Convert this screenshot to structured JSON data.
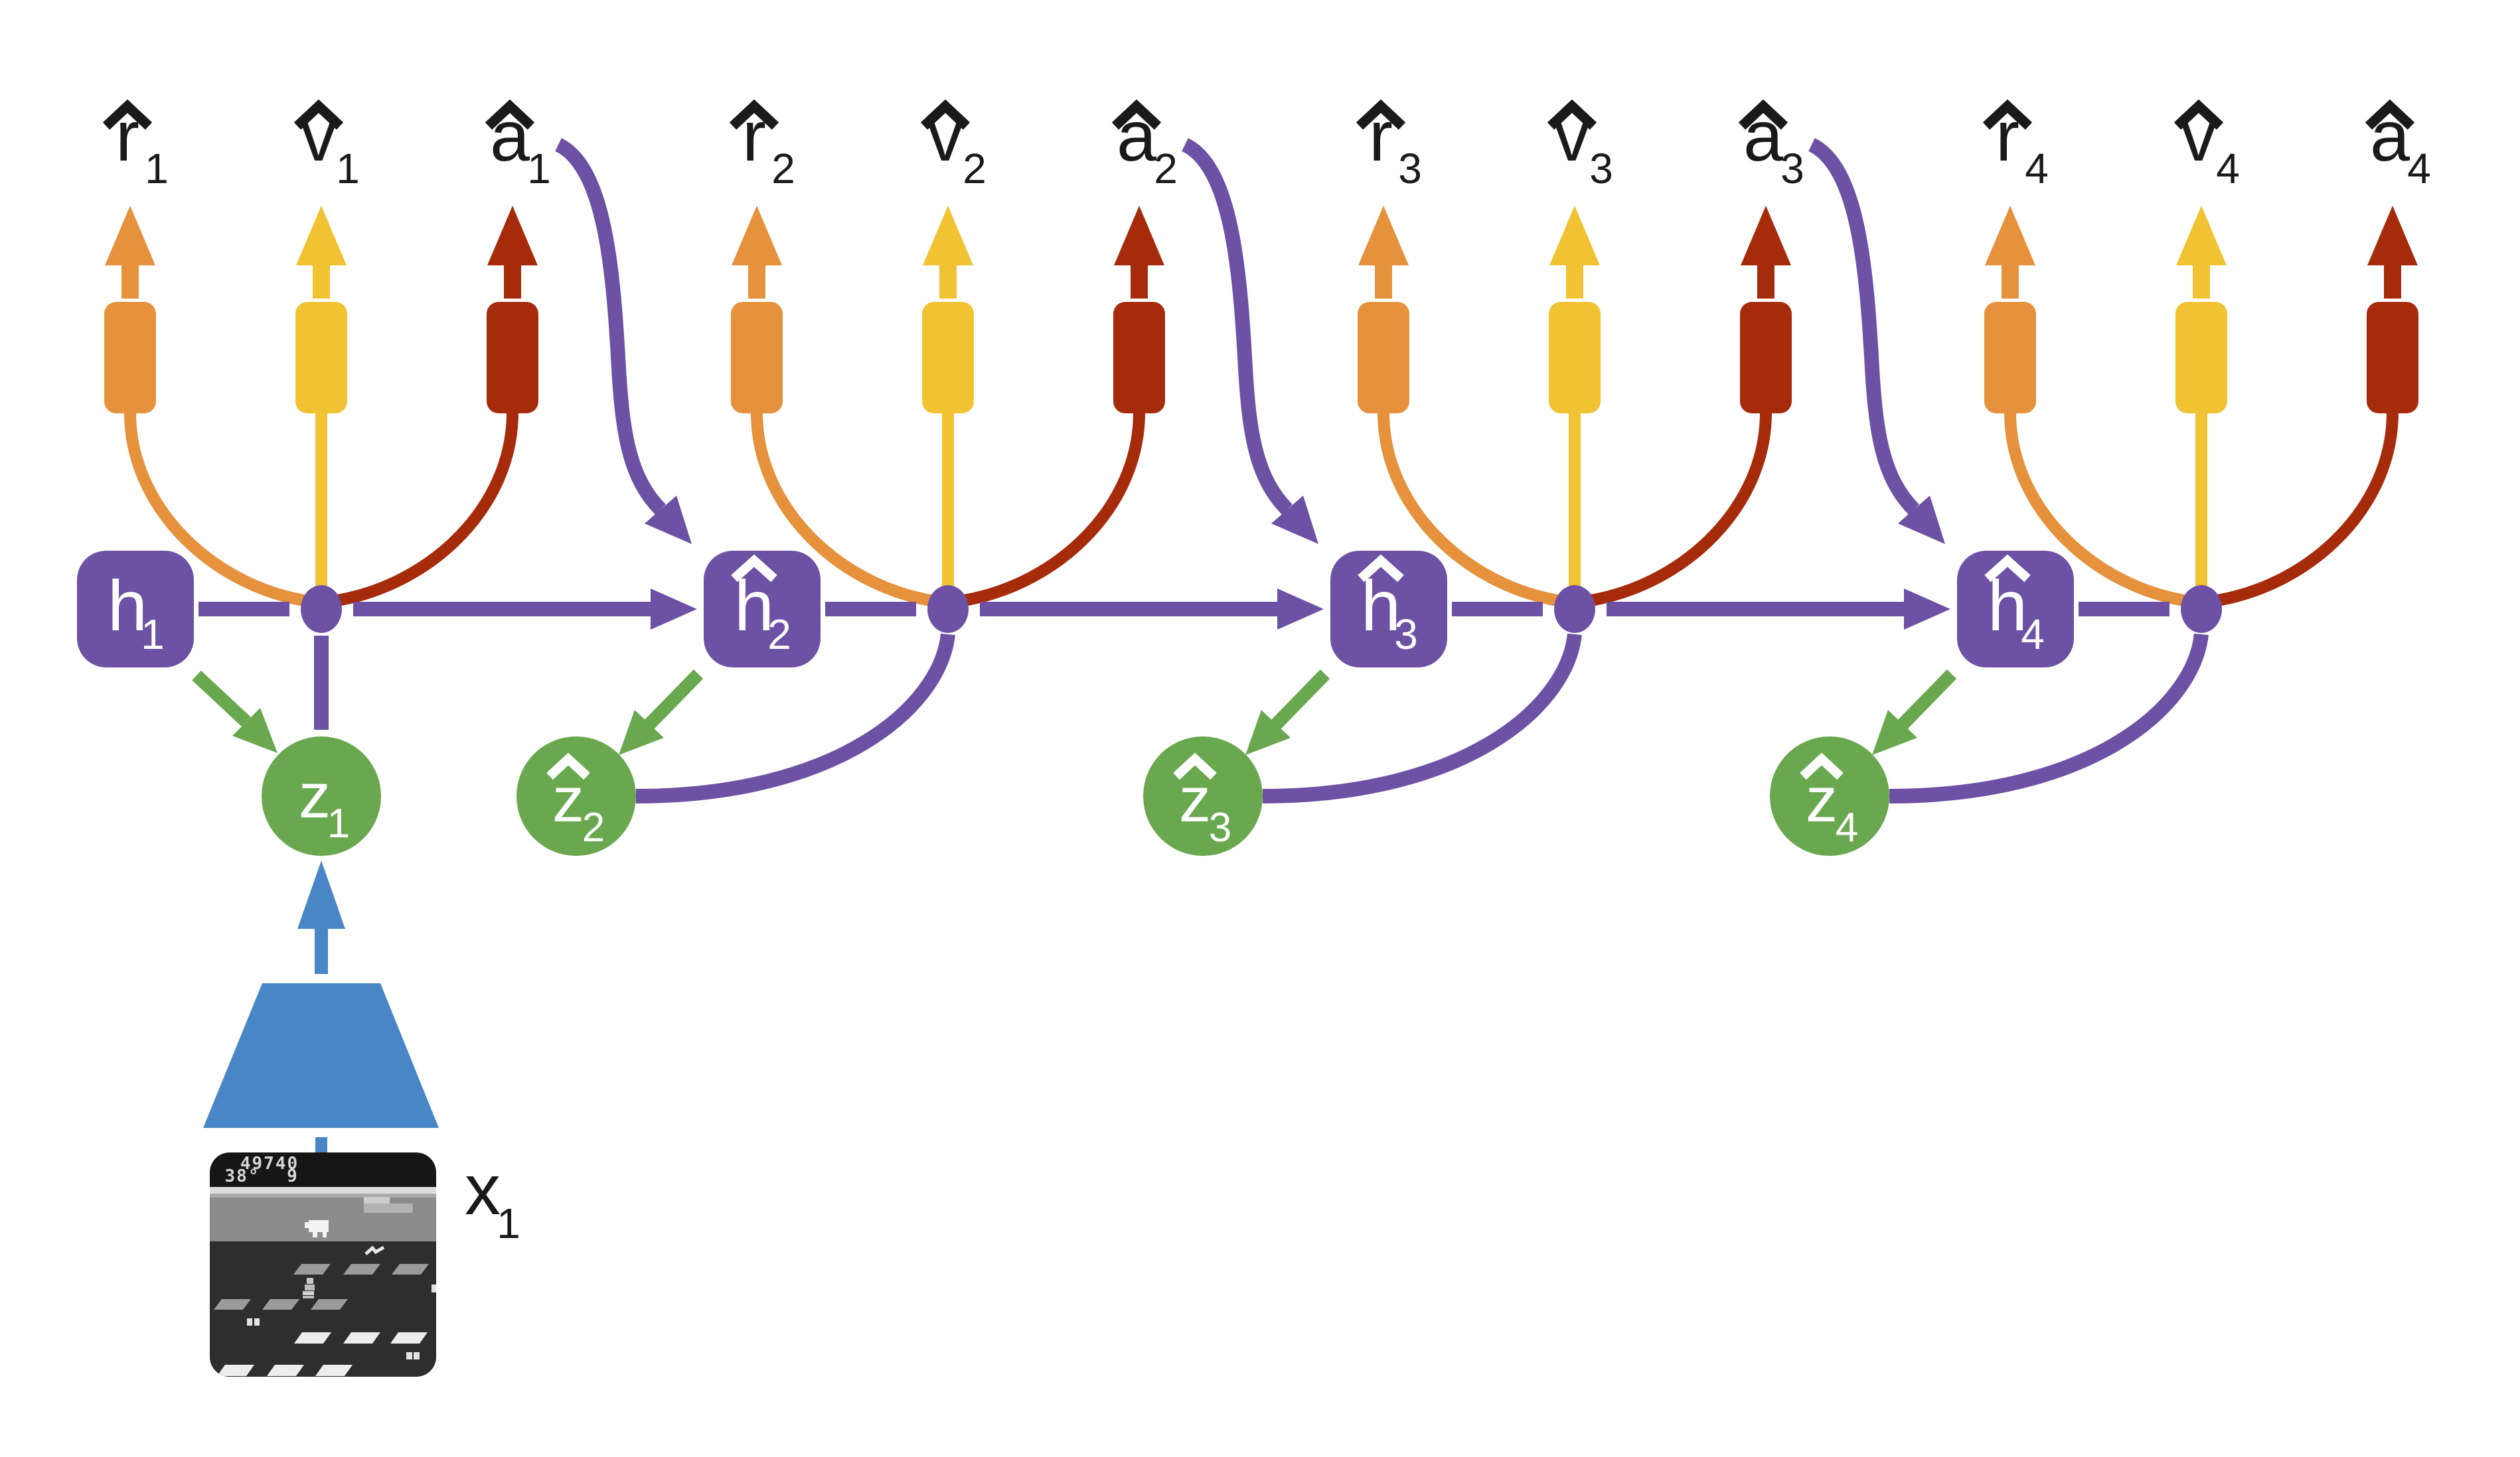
{
  "colors": {
    "purple": "#6C51A4",
    "green": "#69A84F",
    "orange": "#E6913C",
    "yellow": "#F1C232",
    "dark_red": "#A62B0B",
    "blue": "#4886C5",
    "label_text": "#1A1A1A"
  },
  "timesteps": [
    {
      "hidden": {
        "letter": "h",
        "sub": "1",
        "hat": false
      },
      "latent": {
        "letter": "z",
        "sub": "1",
        "hat": false
      },
      "heads": {
        "reward": {
          "letter": "r",
          "sub": "1",
          "hat": true
        },
        "value": {
          "letter": "v",
          "sub": "1",
          "hat": true
        },
        "action": {
          "letter": "a",
          "sub": "1",
          "hat": true
        }
      }
    },
    {
      "hidden": {
        "letter": "h",
        "sub": "2",
        "hat": true
      },
      "latent": {
        "letter": "z",
        "sub": "2",
        "hat": true
      },
      "heads": {
        "reward": {
          "letter": "r",
          "sub": "2",
          "hat": true
        },
        "value": {
          "letter": "v",
          "sub": "2",
          "hat": true
        },
        "action": {
          "letter": "a",
          "sub": "2",
          "hat": true
        }
      }
    },
    {
      "hidden": {
        "letter": "h",
        "sub": "3",
        "hat": true
      },
      "latent": {
        "letter": "z",
        "sub": "3",
        "hat": true
      },
      "heads": {
        "reward": {
          "letter": "r",
          "sub": "3",
          "hat": true
        },
        "value": {
          "letter": "v",
          "sub": "3",
          "hat": true
        },
        "action": {
          "letter": "a",
          "sub": "3",
          "hat": true
        }
      }
    },
    {
      "hidden": {
        "letter": "h",
        "sub": "4",
        "hat": true
      },
      "latent": {
        "letter": "z",
        "sub": "4",
        "hat": true
      },
      "heads": {
        "reward": {
          "letter": "r",
          "sub": "4",
          "hat": true
        },
        "value": {
          "letter": "v",
          "sub": "4",
          "hat": true
        },
        "action": {
          "letter": "a",
          "sub": "4",
          "hat": true
        }
      }
    }
  ],
  "encoder": {
    "observation_label": {
      "letter": "x",
      "sub": "1"
    },
    "screen": {
      "score": "49740",
      "temperature": "38°",
      "lives": "9"
    }
  }
}
